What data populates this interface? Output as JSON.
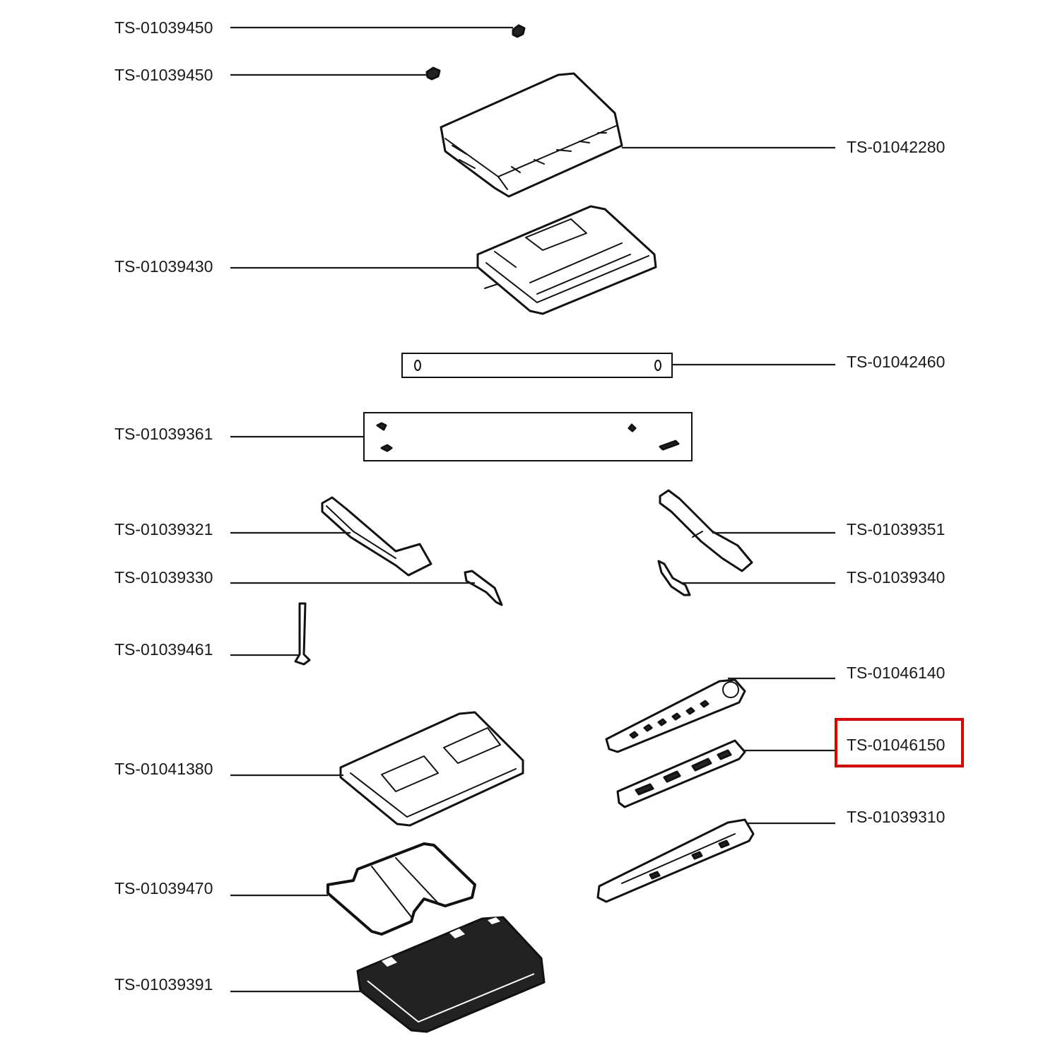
{
  "diagram": {
    "highlight_color": "#e00000",
    "line_color": "#1a1a1a",
    "highlighted_part": "TS-01046150",
    "parts": [
      {
        "code": "TS-01039450"
      },
      {
        "code": "TS-01039450"
      },
      {
        "code": "TS-01042280"
      },
      {
        "code": "TS-01039430"
      },
      {
        "code": "TS-01042460"
      },
      {
        "code": "TS-01039361"
      },
      {
        "code": "TS-01039321"
      },
      {
        "code": "TS-01039351"
      },
      {
        "code": "TS-01039330"
      },
      {
        "code": "TS-01039340"
      },
      {
        "code": "TS-01039461"
      },
      {
        "code": "TS-01046140"
      },
      {
        "code": "TS-01046150"
      },
      {
        "code": "TS-01041380"
      },
      {
        "code": "TS-01039310"
      },
      {
        "code": "TS-01039470"
      },
      {
        "code": "TS-01039391"
      }
    ]
  }
}
